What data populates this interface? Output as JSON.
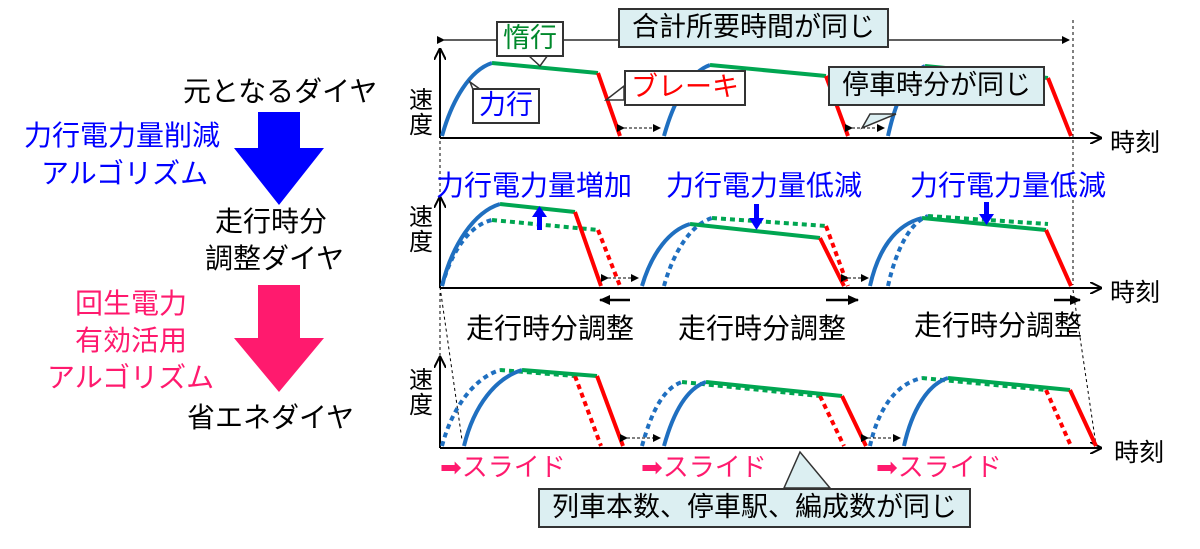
{
  "left": {
    "original_diagram": "元となるダイヤ",
    "algo1_line1": "力行電力量削減",
    "algo1_line2": "アルゴリズム",
    "adjusted_line1": "走行時分",
    "adjusted_line2": "調整ダイヤ",
    "algo2_line1": "回生電力",
    "algo2_line2": "有効活用",
    "algo2_line3": "アルゴリズム",
    "energy_saving_diagram": "省エネダイヤ"
  },
  "top_panel": {
    "callout_total_time": "合計所要時間が同じ",
    "coasting": "惰行",
    "powering": "力行",
    "braking": "ブレーキ",
    "callout_dwell": "停車時分が同じ",
    "ylabel": "速度",
    "xlabel": "時刻"
  },
  "mid_panel": {
    "label_increase": "力行電力量増加",
    "label_reduce_1": "力行電力量低減",
    "label_reduce_2": "力行電力量低減",
    "adjust_1": "走行時分調整",
    "adjust_2": "走行時分調整",
    "adjust_3": "走行時分調整",
    "ylabel": "速度",
    "xlabel": "時刻"
  },
  "bottom_panel": {
    "slide_1": "➡スライド",
    "slide_2": "➡スライド",
    "slide_3": "➡スライド",
    "callout_same": "列車本数、停車駅、編成数が同じ",
    "ylabel": "速度",
    "xlabel": "時刻"
  },
  "colors": {
    "powering": "#1f6fc0",
    "coasting": "#00a651",
    "braking": "#ff0000",
    "arrow_blue": "#0000ff",
    "arrow_pink": "#ff1a6e",
    "callout_bg": "#dceff2"
  }
}
